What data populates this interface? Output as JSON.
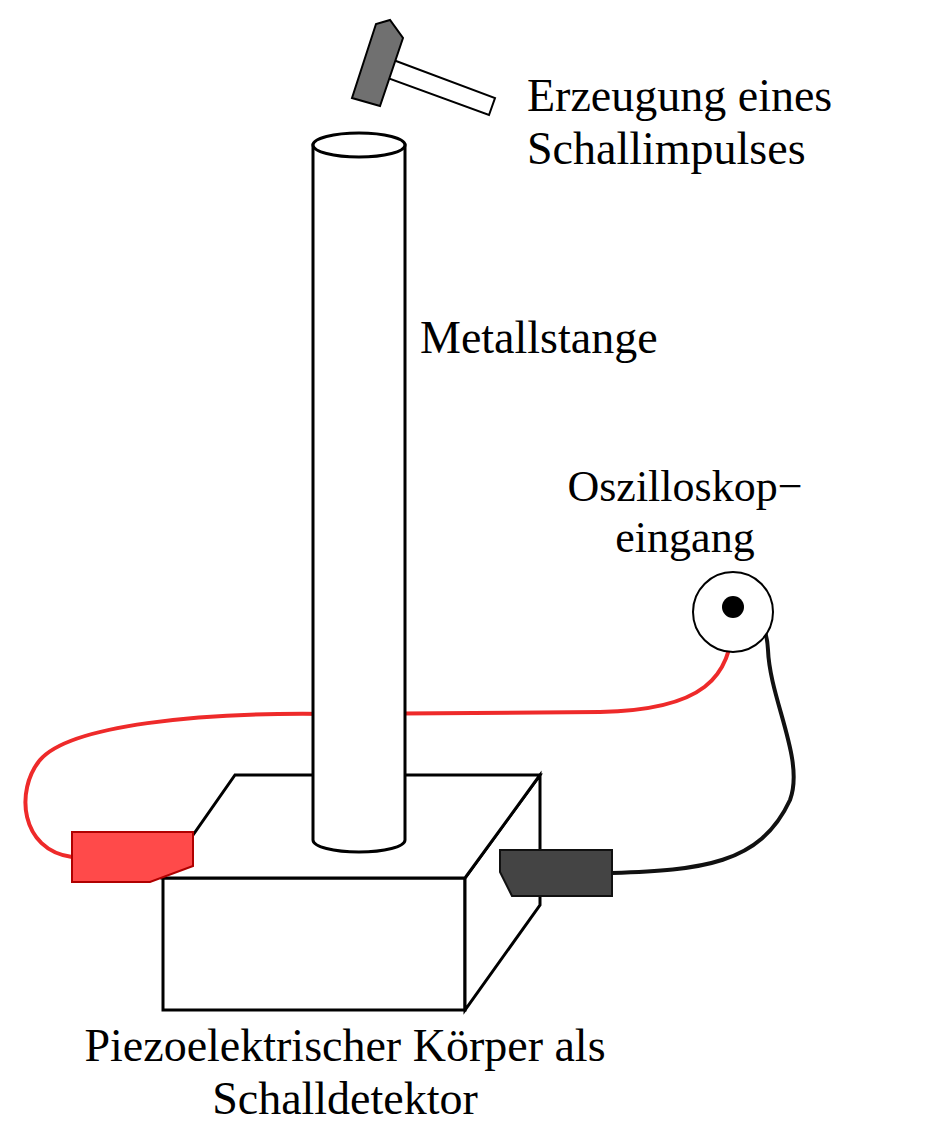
{
  "diagram": {
    "labels": [
      "Erzeugung eines Schallimpulses",
      "Metallstange",
      "Oszilloskop− eingang",
      "Piezoelektrischer Körper als Schalldetektor"
    ]
  }
}
